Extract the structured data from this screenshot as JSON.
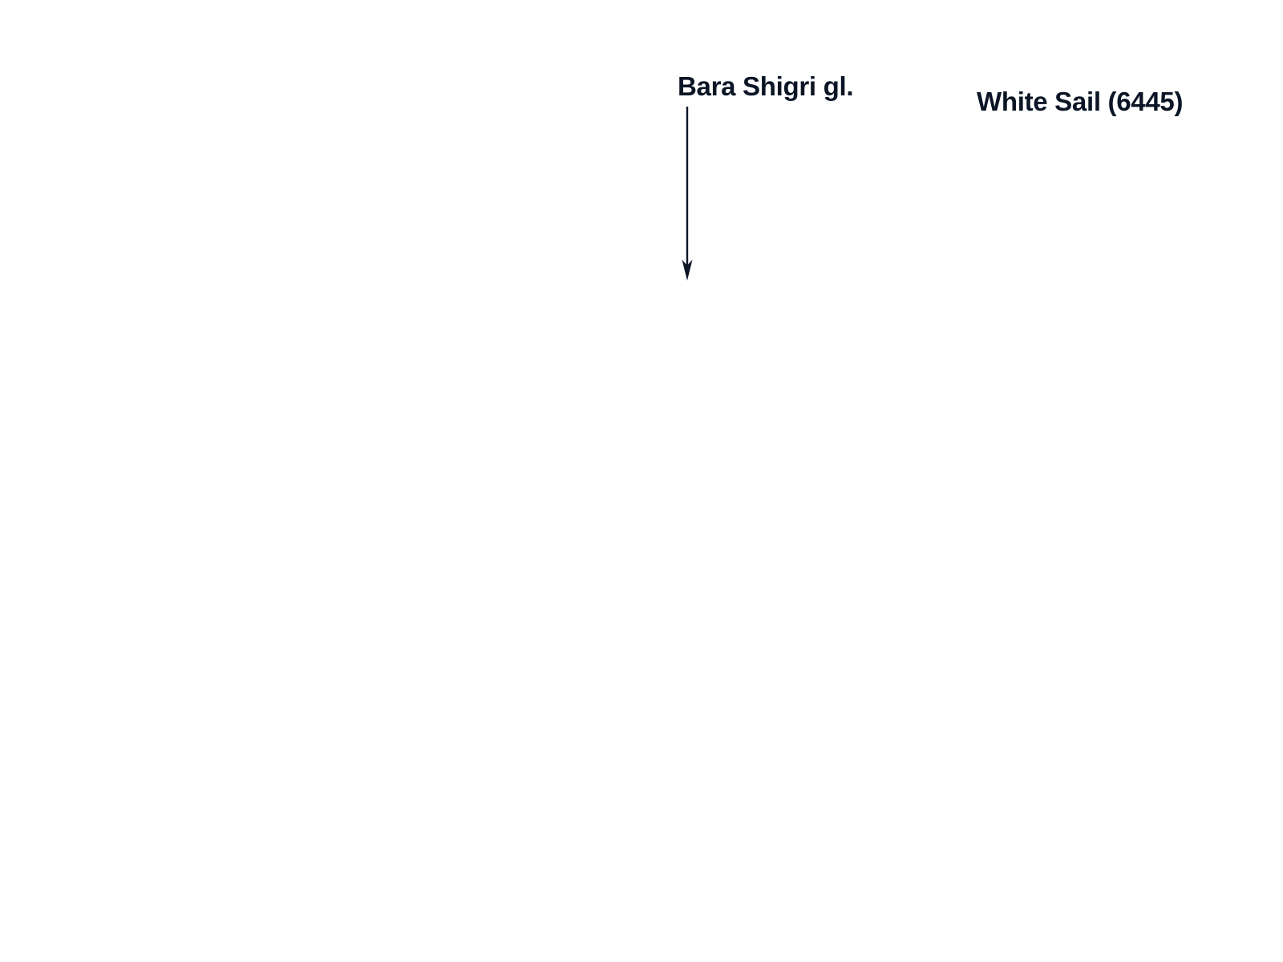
{
  "map": {
    "background_color": "#ffffff",
    "ink_color": "#0b1526",
    "labels": {
      "glacier": "Bara Shigri gl.",
      "peak": "White Sail (6445)"
    },
    "pointer": {
      "icon": "arrow-down-icon",
      "direction": "down"
    }
  }
}
